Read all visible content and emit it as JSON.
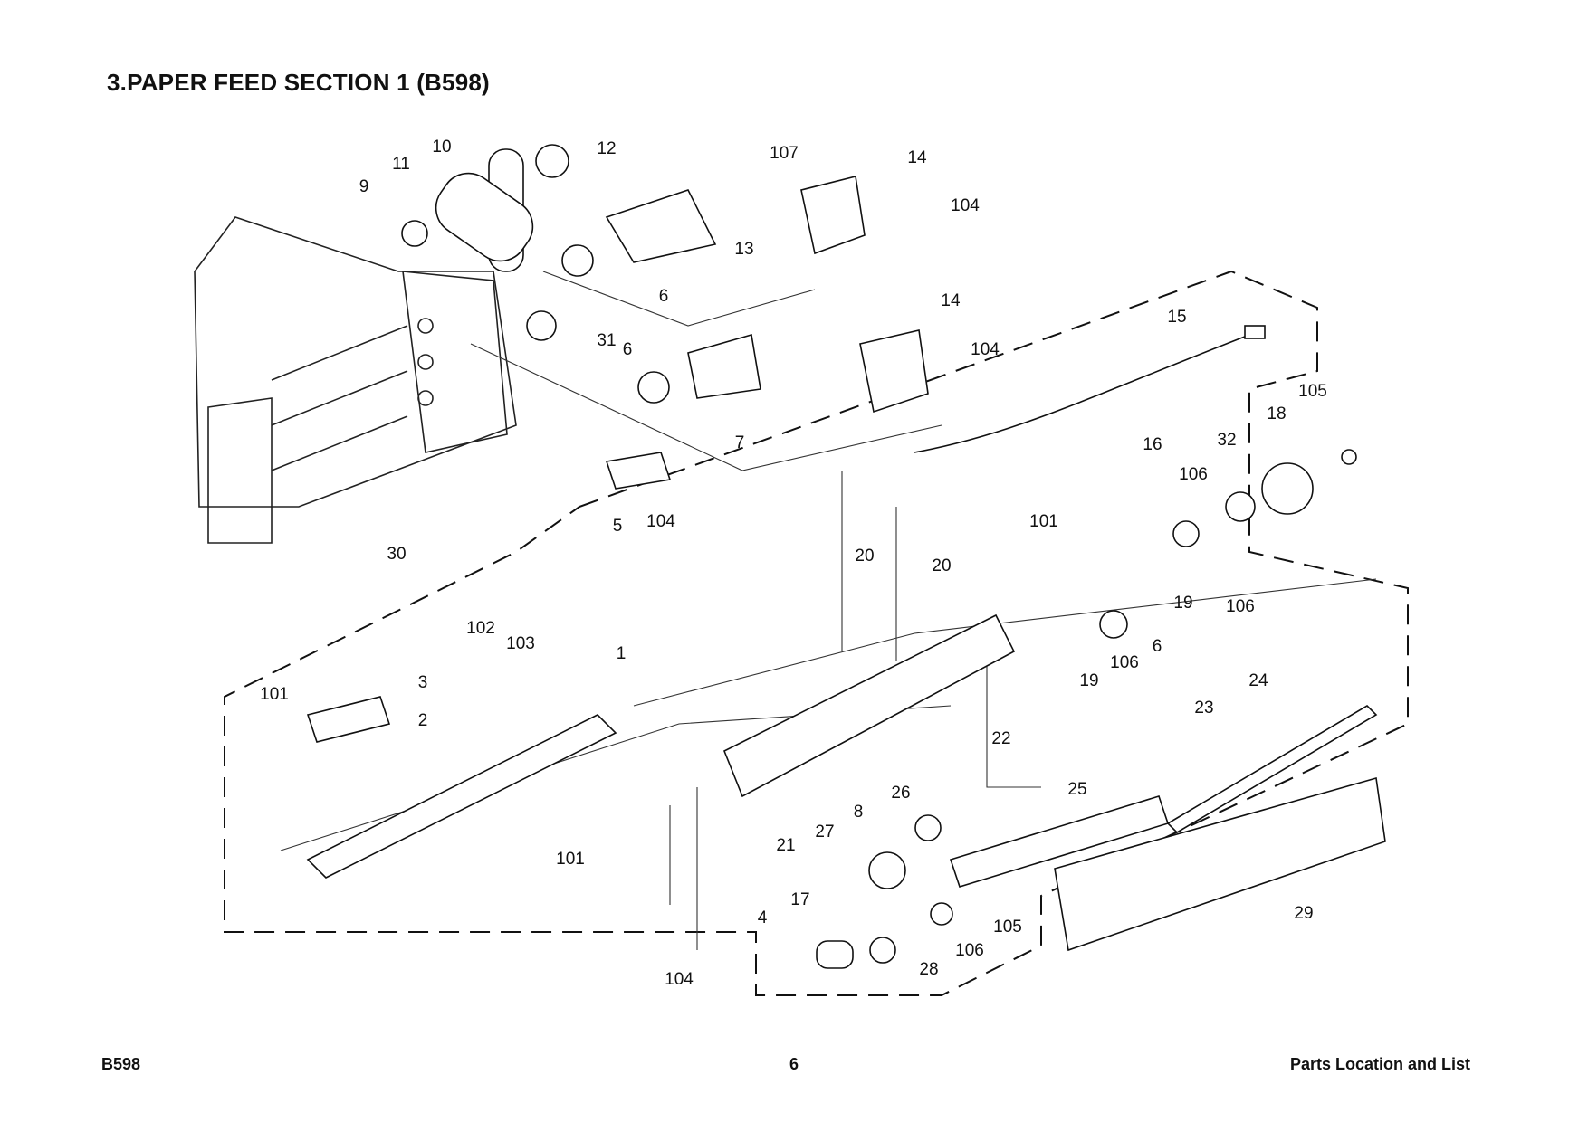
{
  "header": {
    "title": "3.PAPER FEED SECTION 1 (B598)"
  },
  "callouts": [
    "10",
    "12",
    "107",
    "14",
    "11",
    "9",
    "104",
    "13",
    "6",
    "14",
    "15",
    "31",
    "104",
    "6",
    "105",
    "7",
    "18",
    "32",
    "16",
    "106",
    "5",
    "104",
    "101",
    "20",
    "20",
    "30",
    "106",
    "19",
    "102",
    "103",
    "6",
    "1",
    "101",
    "3",
    "106",
    "19",
    "24",
    "2",
    "22",
    "23",
    "25",
    "26",
    "8",
    "27",
    "101",
    "21",
    "17",
    "105",
    "29",
    "4",
    "106",
    "28",
    "104"
  ],
  "footer": {
    "left": "B598",
    "center": "6",
    "right": "Parts Location and List"
  }
}
